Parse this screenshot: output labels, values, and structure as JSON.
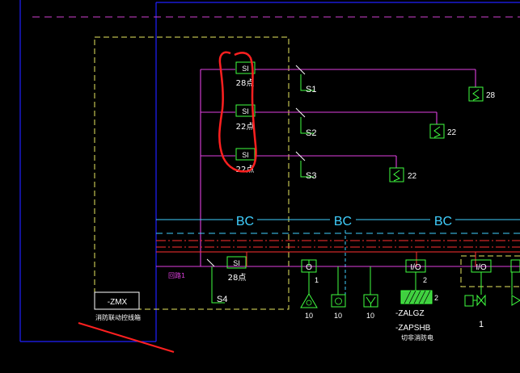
{
  "colors": {
    "background": "#000000",
    "frame_blue": "#2020ff",
    "magenta_line": "#e040e0",
    "yellow_box": "#e8e860",
    "green_symbol": "#40ff40",
    "white_text": "#ffffff",
    "cyan_bus": "#40d0ff",
    "red_line": "#ff3030",
    "red_annotation": "#ff2020"
  },
  "sensor_modules": [
    {
      "module_label": "SI",
      "count_label": "28点"
    },
    {
      "module_label": "SI",
      "count_label": "22点"
    },
    {
      "module_label": "SI",
      "count_label": "22点"
    }
  ],
  "branch_labels": [
    "S1",
    "S2",
    "S3"
  ],
  "end_devices": [
    {
      "count": "28"
    },
    {
      "count": "22"
    },
    {
      "count": "22"
    }
  ],
  "bus_labels": [
    "BC",
    "BC",
    "BC"
  ],
  "bottom_row": {
    "incoming_label": "回路1",
    "si_module": {
      "label": "SI",
      "count": "28点"
    },
    "s4_label": "S4",
    "io_modules": [
      {
        "label": "O",
        "number": "1"
      },
      {
        "label": "I/O",
        "number": "2"
      },
      {
        "label": "I/O",
        "number": "1"
      }
    ],
    "device_counts": [
      "10",
      "10",
      "10"
    ],
    "device_block_count": "2",
    "device_tags": [
      "-ZALGZ",
      "-ZAPSHB"
    ],
    "device_tag_note": "切非消防电"
  },
  "panel_tag": "-ZMX",
  "panel_caption": "消防联动控线箱"
}
